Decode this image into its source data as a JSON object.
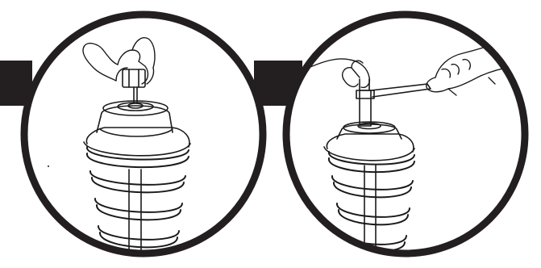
{
  "figure": {
    "panels": [
      {
        "id": "panel-left",
        "depicts": "hand-threading-nut-onto-strut-rod"
      },
      {
        "id": "panel-right",
        "depicts": "hand-tightening-strut-nut-with-wrench"
      }
    ],
    "colors": {
      "band": "#231f20",
      "ring": "#231f20",
      "line": "#1a1a1a",
      "background": "#ffffff"
    }
  }
}
